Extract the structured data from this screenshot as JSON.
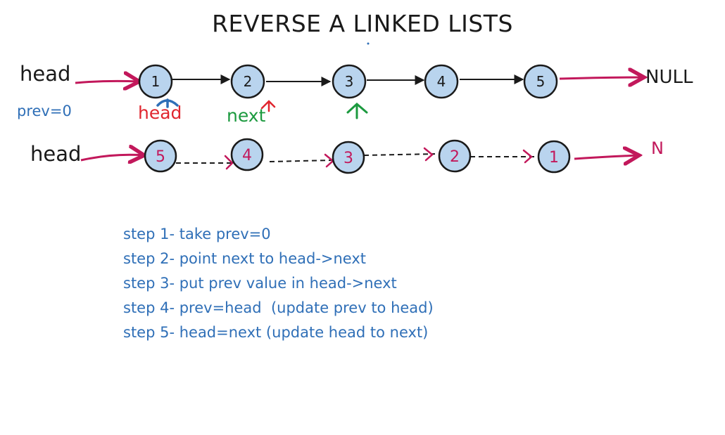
{
  "title": "REVERSE A LINKED LISTS",
  "colors": {
    "node_fill": "#b9d4ee",
    "magenta_arrow": "#c2185b",
    "blue_text": "#2f6fb7",
    "red_text": "#e0262f",
    "green_text": "#1c9a3f",
    "ink": "#1a1a1a"
  },
  "top_list": {
    "head_label": "head",
    "prev_label": "prev=0",
    "nodes": [
      "1",
      "2",
      "3",
      "4",
      "5"
    ],
    "end_label": "NULL",
    "pointer_head": "head",
    "pointer_next": "next"
  },
  "reversed_list": {
    "head_label": "head",
    "nodes": [
      "5",
      "4",
      "3",
      "2",
      "1"
    ],
    "end_label": "N"
  },
  "steps": [
    "step 1- take prev=0",
    "step 2- point next to head->next",
    "step 3- put prev value in head->next",
    "step 4- prev=head  (update prev to head)",
    "step 5- head=next (update head to next)"
  ]
}
